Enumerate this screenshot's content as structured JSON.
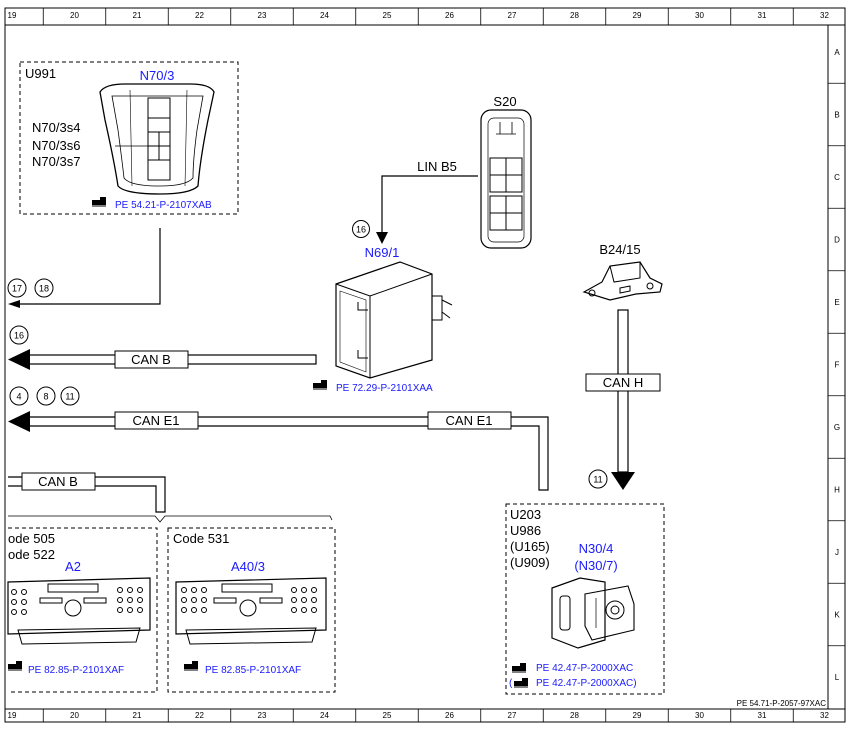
{
  "grid": {
    "columns": [
      "19",
      "20",
      "21",
      "22",
      "23",
      "24",
      "25",
      "26",
      "27",
      "28",
      "29",
      "30",
      "31",
      "32"
    ],
    "rows": [
      "A",
      "B",
      "C",
      "D",
      "E",
      "F",
      "G",
      "H",
      "J",
      "K",
      "L"
    ]
  },
  "components": {
    "u991": {
      "group": "U991",
      "name": "N70/3",
      "subs": [
        "N70/3s4",
        "N70/3s6",
        "N70/3s7"
      ],
      "ref": "PE 54.21-P-2107XAB"
    },
    "s20": {
      "name": "S20"
    },
    "n69": {
      "name": "N69/1",
      "ref": "PE 72.29-P-2101XAA"
    },
    "b24": {
      "name": "B24/15"
    },
    "n30": {
      "groups": [
        "U203",
        "U986",
        "(U165)",
        "(U909)"
      ],
      "name": "N30/4",
      "alt_name": "(N30/7)",
      "ref1": "PE 42.47-P-2000XAC",
      "ref2": "PE 42.47-P-2000XAC)"
    },
    "a2": {
      "code1": "ode 505",
      "code2": "ode 522",
      "name": "A2",
      "ref": "PE 82.85-P-2101XAF"
    },
    "a40": {
      "code": "Code 531",
      "name": "A40/3",
      "ref": "PE 82.85-P-2101XAF"
    }
  },
  "buses": {
    "lin": "LIN B5",
    "can_b_1": "CAN B",
    "can_e1_left": "CAN E1",
    "can_e1_right": "CAN E1",
    "can_h": "CAN H",
    "can_b_2": "CAN B"
  },
  "connectors": {
    "n69_in": "16",
    "left_top": [
      "17",
      "18"
    ],
    "left_canb": "16",
    "left_cane1": [
      "4",
      "8",
      "11"
    ],
    "canh_target": "11"
  },
  "footer": {
    "doc_ref": "PE 54.71-P-2057-97XAC"
  }
}
